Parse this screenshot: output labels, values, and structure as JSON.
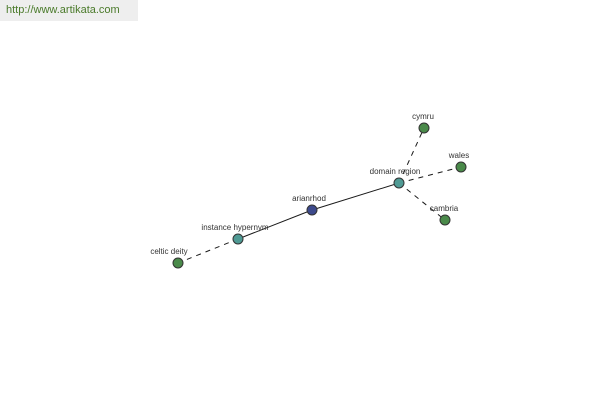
{
  "watermark": {
    "text": "http://www.artikata.com",
    "color": "#4a7a2a"
  },
  "colors": {
    "center_node": "#3d4a8c",
    "relation_node": "#4f9a94",
    "leaf_node": "#4a8a4a"
  },
  "nodes": [
    {
      "id": "arianrhod",
      "label": "arianrhod",
      "kind": "center"
    },
    {
      "id": "instance-hypernym",
      "label": "instance hypernym",
      "kind": "relation"
    },
    {
      "id": "domain-region",
      "label": "domain region",
      "kind": "relation"
    },
    {
      "id": "celtic-deity",
      "label": "celtic deity",
      "kind": "leaf"
    },
    {
      "id": "cymru",
      "label": "cymru",
      "kind": "leaf"
    },
    {
      "id": "wales",
      "label": "wales",
      "kind": "leaf"
    },
    {
      "id": "cambria",
      "label": "cambria",
      "kind": "leaf"
    }
  ],
  "edges": [
    {
      "from": "arianrhod",
      "to": "instance-hypernym",
      "style": "solid"
    },
    {
      "from": "arianrhod",
      "to": "domain-region",
      "style": "solid"
    },
    {
      "from": "instance-hypernym",
      "to": "celtic-deity",
      "style": "dashed"
    },
    {
      "from": "domain-region",
      "to": "cymru",
      "style": "dashed"
    },
    {
      "from": "domain-region",
      "to": "wales",
      "style": "dashed"
    },
    {
      "from": "domain-region",
      "to": "cambria",
      "style": "dashed"
    }
  ]
}
